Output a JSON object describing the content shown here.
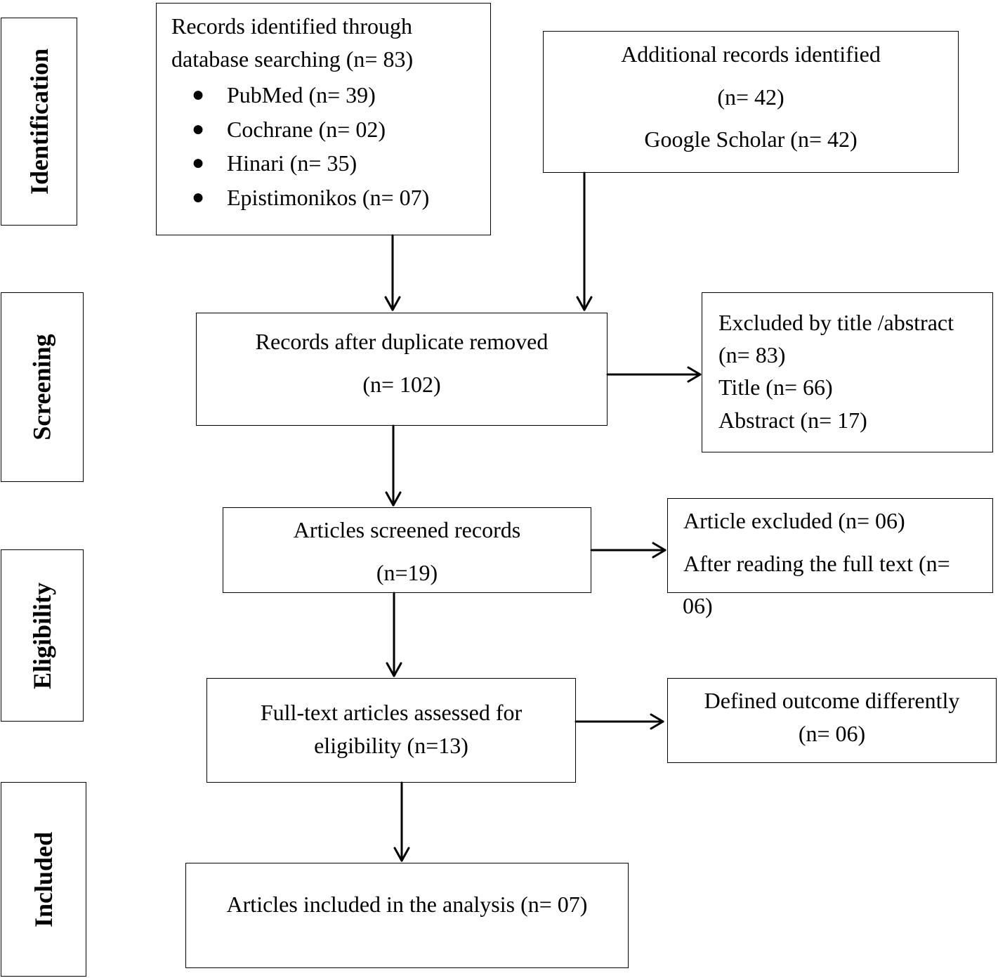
{
  "stages": {
    "identification": "Identification",
    "screening": "Screening",
    "eligibility": "Eligibility",
    "included": "Included"
  },
  "identification_box": {
    "line1": "Records identified through",
    "line2": "database searching (n= 83)",
    "sources": [
      "PubMed (n= 39)",
      "Cochrane (n= 02)",
      "Hinari (n= 35)",
      "Epistimonikos (n= 07)"
    ]
  },
  "additional_box": {
    "line1": "Additional records identified",
    "line2": "(n= 42)",
    "line3": "Google Scholar (n= 42)"
  },
  "duplicates_box": {
    "line1": "Records after duplicate removed",
    "line2": "(n= 102)"
  },
  "excluded_title_box": {
    "line1": "Excluded by title /abstract",
    "line2": "(n= 83)",
    "line3": "Title (n= 66)",
    "line4": "Abstract (n= 17)"
  },
  "screened_box": {
    "line1": "Articles screened records",
    "line2": "(n=19)"
  },
  "excluded_fulltext_box": {
    "line1": "Article excluded (n= 06)",
    "line2": "After reading the full text (n=",
    "line3": "06)"
  },
  "fulltext_box": {
    "line1": "Full-text articles assessed for",
    "line2": "eligibility (n=13)"
  },
  "outcome_box": {
    "line1": "Defined outcome differently",
    "line2": "(n= 06)"
  },
  "included_box": {
    "line1": "Articles included in the analysis (n= 07)"
  }
}
